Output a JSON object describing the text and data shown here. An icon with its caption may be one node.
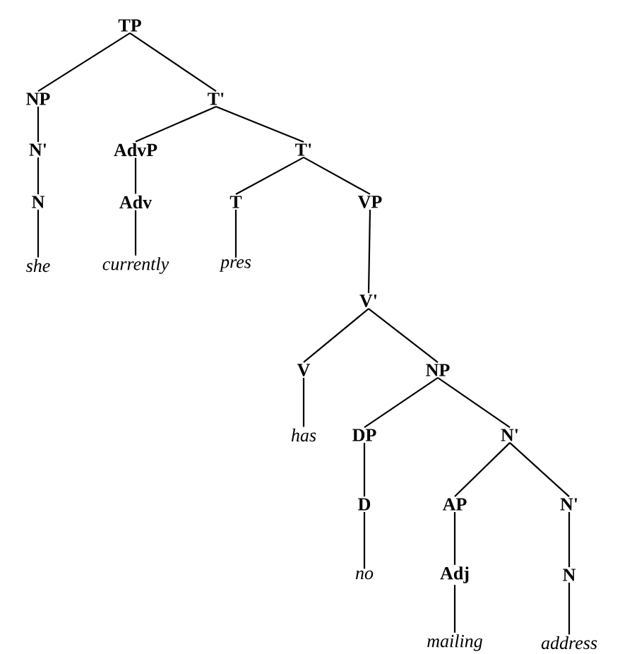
{
  "diagram": {
    "nodes": [
      {
        "text": [
          "TP"
        ]
      },
      {
        "text": [
          "NP"
        ]
      },
      {
        "text": [
          "T'"
        ]
      },
      {
        "text": [
          "N'"
        ]
      },
      {
        "text": [
          "AdvP"
        ]
      },
      {
        "text": [
          "T'"
        ]
      },
      {
        "text": [
          "N"
        ]
      },
      {
        "text": [
          "Adv"
        ]
      },
      {
        "text": [
          "T"
        ]
      },
      {
        "text": [
          "VP"
        ]
      },
      {
        "text": [
          "she"
        ]
      },
      {
        "text": [
          "currently"
        ]
      },
      {
        "text": [
          "pres"
        ]
      },
      {
        "text": [
          "V'"
        ]
      },
      {
        "text": [
          "V"
        ]
      },
      {
        "text": [
          "NP"
        ]
      },
      {
        "text": [
          "has"
        ]
      },
      {
        "text": [
          "DP"
        ]
      },
      {
        "text": [
          "N'"
        ]
      },
      {
        "text": [
          "D"
        ]
      },
      {
        "text": [
          "AP"
        ]
      },
      {
        "text": [
          "N'"
        ]
      },
      {
        "text": [
          "no"
        ]
      },
      {
        "text": [
          "Adj"
        ]
      },
      {
        "text": [
          "N"
        ]
      },
      {
        "text": [
          "mailing"
        ]
      },
      {
        "text": [
          "address"
        ]
      }
    ],
    "edges": [
      {
        "from": 0,
        "to": 1,
        "arrow": "none"
      },
      {
        "from": 0,
        "to": 2,
        "arrow": "none"
      },
      {
        "from": 1,
        "to": 3,
        "arrow": "none"
      },
      {
        "from": 2,
        "to": 4,
        "arrow": "none"
      },
      {
        "from": 2,
        "to": 5,
        "arrow": "none"
      },
      {
        "from": 3,
        "to": 6,
        "arrow": "none"
      },
      {
        "from": 4,
        "to": 7,
        "arrow": "none"
      },
      {
        "from": 5,
        "to": 8,
        "arrow": "none"
      },
      {
        "from": 5,
        "to": 9,
        "arrow": "none"
      },
      {
        "from": 6,
        "to": 10,
        "arrow": "none"
      },
      {
        "from": 7,
        "to": 11,
        "arrow": "none"
      },
      {
        "from": 8,
        "to": 12,
        "arrow": "none"
      },
      {
        "from": 9,
        "to": 13,
        "arrow": "none"
      },
      {
        "from": 13,
        "to": 14,
        "arrow": "none"
      },
      {
        "from": 13,
        "to": 15,
        "arrow": "none"
      },
      {
        "from": 14,
        "to": 16,
        "arrow": "none"
      },
      {
        "from": 15,
        "to": 17,
        "arrow": "none"
      },
      {
        "from": 15,
        "to": 18,
        "arrow": "none"
      },
      {
        "from": 17,
        "to": 19,
        "arrow": "none"
      },
      {
        "from": 18,
        "to": 20,
        "arrow": "none"
      },
      {
        "from": 18,
        "to": 21,
        "arrow": "none"
      },
      {
        "from": 19,
        "to": 22,
        "arrow": "none"
      },
      {
        "from": 20,
        "to": 23,
        "arrow": "none"
      },
      {
        "from": 21,
        "to": 24,
        "arrow": "none"
      },
      {
        "from": 23,
        "to": 25,
        "arrow": "none"
      },
      {
        "from": 24,
        "to": 26,
        "arrow": "none"
      }
    ]
  }
}
